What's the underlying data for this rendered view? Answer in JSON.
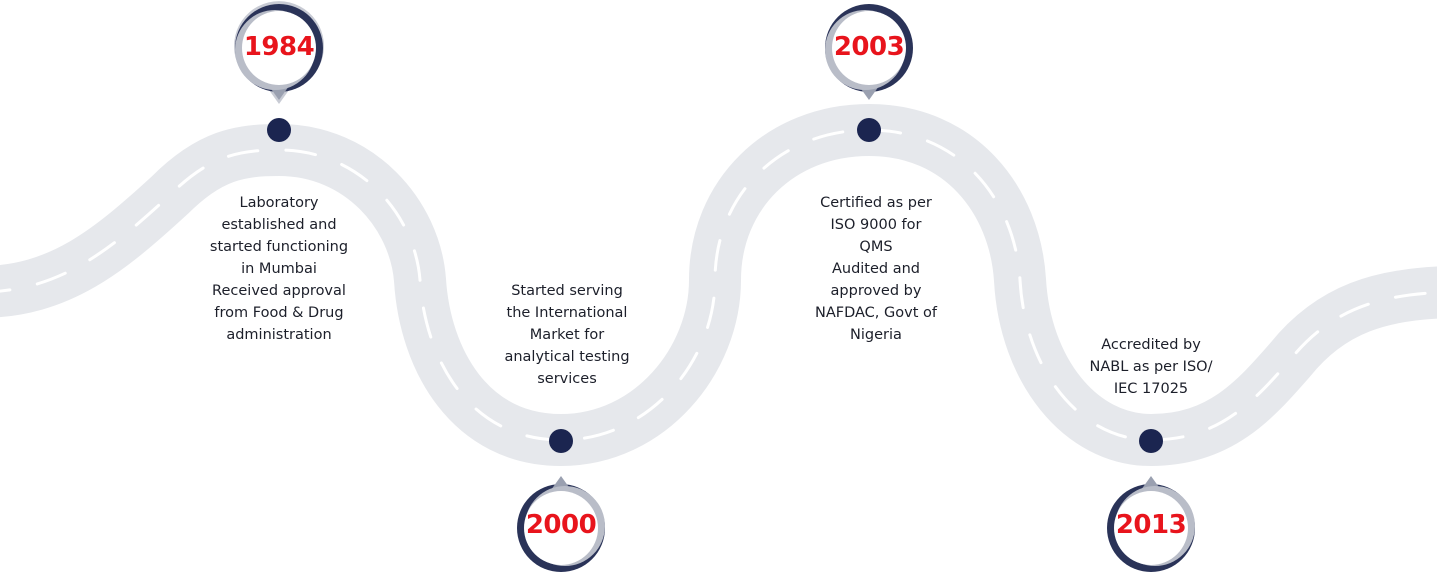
{
  "colors": {
    "road": "#e6e8ec",
    "road_dash": "#ffffff",
    "dot": "#1b2550",
    "pin_ring": "#2a3358",
    "pin_shadow": "#9aa0b0",
    "year_text": "#e8141c",
    "text": "#1c1f2a"
  },
  "milestones": [
    {
      "year": "1984",
      "lines": [
        "Laboratory",
        "established and",
        "started functioning",
        "in Mumbai",
        "Received approval",
        "from Food & Drug",
        "administration"
      ]
    },
    {
      "year": "2000",
      "lines": [
        "Started serving",
        "the International",
        "Market for",
        "analytical testing",
        "services"
      ]
    },
    {
      "year": "2003",
      "lines": [
        "Certified as per",
        "ISO 9000 for",
        "QMS",
        "Audited and",
        "approved by",
        "NAFDAC, Govt of",
        "Nigeria"
      ]
    },
    {
      "year": "2013",
      "lines": [
        "Accredited by",
        "NABL as per ISO/",
        "IEC 17025"
      ]
    }
  ]
}
